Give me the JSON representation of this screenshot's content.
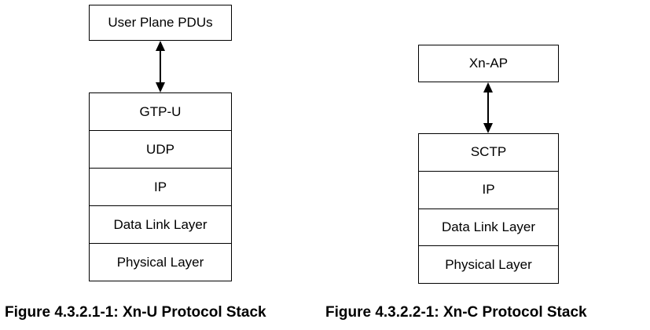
{
  "figure": {
    "background_color": "#ffffff",
    "line_color": "#000000",
    "text_color": "#000000"
  },
  "xn_u": {
    "top_box": "User Plane PDUs",
    "layers": [
      "GTP-U",
      "UDP",
      "IP",
      "Data Link Layer",
      "Physical Layer"
    ],
    "caption": "Figure 4.3.2.1-1: Xn-U Protocol Stack"
  },
  "xn_c": {
    "top_box": "Xn-AP",
    "layers": [
      "SCTP",
      "IP",
      "Data Link Layer",
      "Physical Layer"
    ],
    "caption": "Figure 4.3.2.2-1: Xn-C Protocol Stack"
  }
}
